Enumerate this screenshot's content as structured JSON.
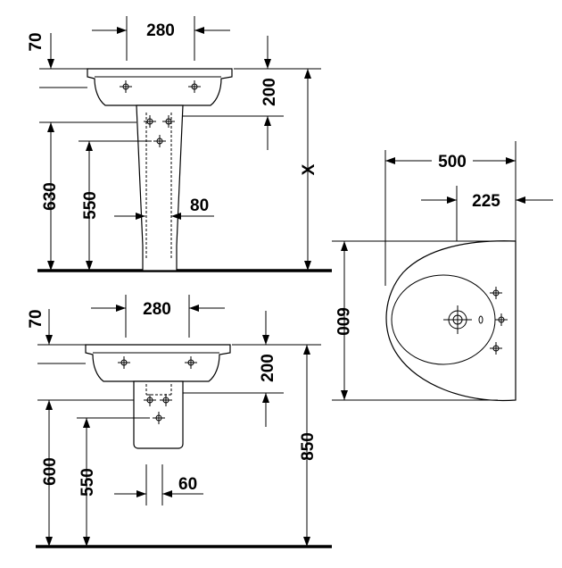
{
  "pedestal_view": {
    "width_280": "280",
    "top_70": "70",
    "bowl_200": "200",
    "height_630": "630",
    "height_550": "550",
    "pedestal_80": "80",
    "overall_x": "X"
  },
  "semi_pedestal_view": {
    "width_280": "280",
    "top_70": "70",
    "bowl_200": "200",
    "height_600": "600",
    "height_550": "550",
    "pedestal_60": "60",
    "overall_850": "850"
  },
  "plan_view": {
    "width_500": "500",
    "offset_225": "225",
    "depth_600": "600"
  }
}
